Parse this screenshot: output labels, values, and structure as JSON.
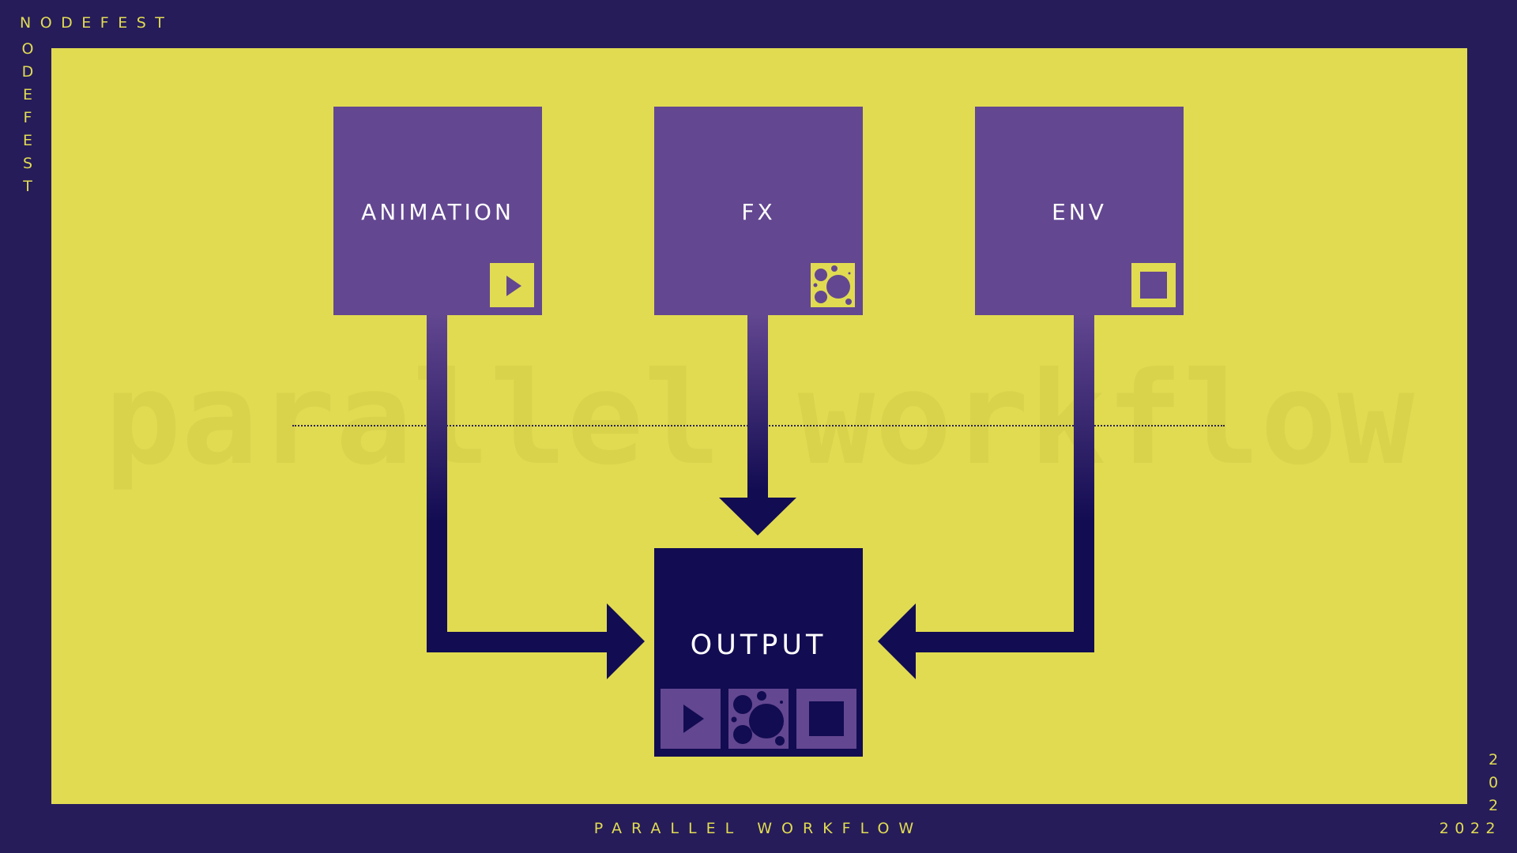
{
  "brand": {
    "name": "NODEFEST",
    "vertical_letters": [
      "O",
      "D",
      "E",
      "F",
      "E",
      "S",
      "T"
    ]
  },
  "year": {
    "vertical_digits": [
      "2",
      "0",
      "2"
    ],
    "full": "2022"
  },
  "caption": "PARALLEL WORKFLOW",
  "watermark": "parallel workflow",
  "nodes": {
    "animation": {
      "label": "ANIMATION",
      "icon": "play-icon"
    },
    "fx": {
      "label": "FX",
      "icon": "bubbles-icon"
    },
    "env": {
      "label": "ENV",
      "icon": "square-icon"
    },
    "output": {
      "label": "OUTPUT",
      "icons": [
        "play-icon",
        "bubbles-icon",
        "square-icon"
      ]
    }
  },
  "edges": [
    {
      "from": "animation",
      "to": "output"
    },
    {
      "from": "fx",
      "to": "output"
    },
    {
      "from": "env",
      "to": "output"
    }
  ],
  "colors": {
    "frame": "#261c5a",
    "panel": "#e1db52",
    "node": "#634791",
    "output_node": "#120c52",
    "connector": "#120c52",
    "text_accent": "#e1dc52"
  }
}
